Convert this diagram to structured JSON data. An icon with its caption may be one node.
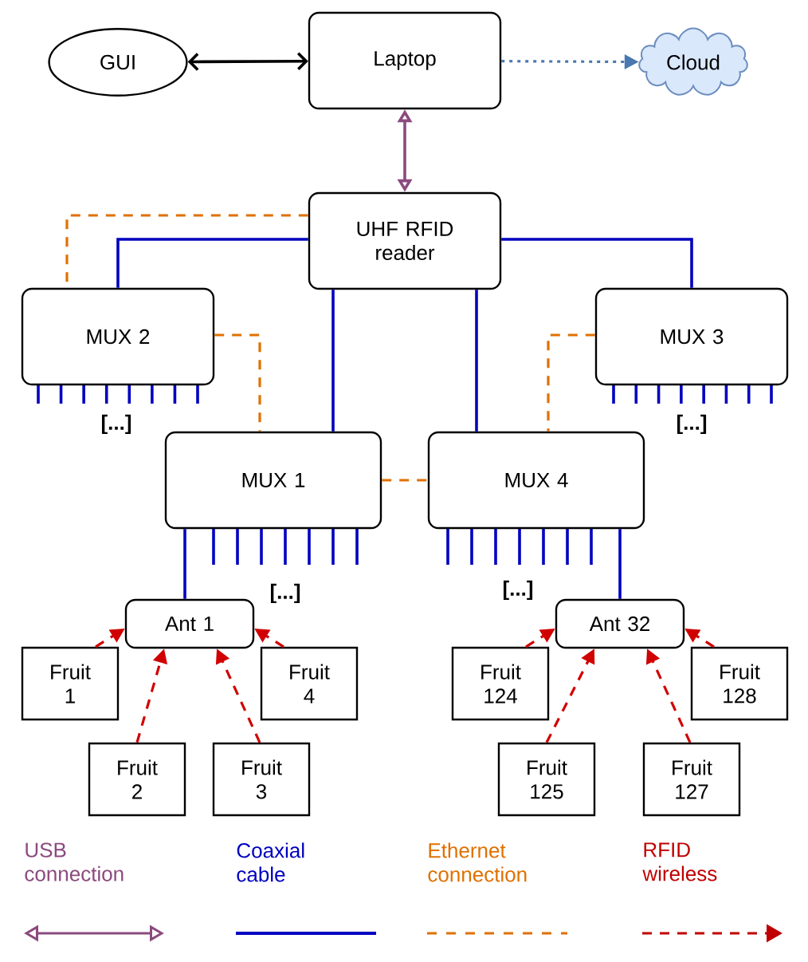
{
  "diagram": {
    "nodes": [
      {
        "text": [
          "GUI"
        ]
      },
      {
        "text": [
          "Laptop"
        ]
      },
      {
        "text": [
          "Cloud"
        ]
      },
      {
        "text": [
          "UHF RFID reader"
        ]
      },
      {
        "text": [
          "MUX 2"
        ],
        "beside": [
          "[...]"
        ]
      },
      {
        "text": [
          "MUX 3"
        ],
        "beside": [
          "[...]"
        ]
      },
      {
        "text": [
          "MUX 1"
        ]
      },
      {
        "text": [
          "MUX 4"
        ]
      },
      {
        "text": [
          "Ant 1"
        ]
      },
      {
        "text": [
          "Ant 32"
        ]
      },
      {
        "text": [
          "Fruit 1"
        ]
      },
      {
        "text": [
          "Fruit 4"
        ]
      },
      {
        "text": [
          "Fruit 2"
        ]
      },
      {
        "text": [
          "Fruit 3"
        ]
      },
      {
        "text": [
          "Fruit 124"
        ]
      },
      {
        "text": [
          "Fruit 128"
        ]
      },
      {
        "text": [
          "Fruit 125"
        ]
      },
      {
        "text": [
          "Fruit 127"
        ]
      }
    ],
    "edges": [
      {
        "from": 0,
        "to": 1,
        "arrow": "both",
        "color": "#000000"
      },
      {
        "from": 1,
        "to": 2,
        "arrow": "to",
        "style": "dashed",
        "color": "#4a78b0"
      },
      {
        "from": 1,
        "to": 3,
        "arrow": "both",
        "color": "#8b4a7e"
      },
      {
        "from": 3,
        "to": 4,
        "arrow": "none",
        "color": "#0000c0"
      },
      {
        "from": 3,
        "to": 5,
        "arrow": "none",
        "color": "#0000c0"
      },
      {
        "from": 3,
        "to": 6,
        "arrow": "none",
        "color": "#0000c0"
      },
      {
        "from": 3,
        "to": 7,
        "arrow": "none",
        "color": "#0000c0"
      },
      {
        "from": 3,
        "to": 4,
        "arrow": "none",
        "style": "dashed",
        "color": "#e07000"
      },
      {
        "from": 4,
        "to": 6,
        "arrow": "none",
        "style": "dashed",
        "color": "#e07000"
      },
      {
        "from": 6,
        "to": 7,
        "arrow": "none",
        "style": "dashed",
        "color": "#e07000"
      },
      {
        "from": 5,
        "to": 7,
        "arrow": "none",
        "style": "dashed",
        "color": "#e07000"
      },
      {
        "from": 6,
        "to": 8,
        "arrow": "none",
        "color": "#0000c0"
      },
      {
        "from": 7,
        "to": 9,
        "arrow": "none",
        "color": "#0000c0"
      },
      {
        "from": 10,
        "to": 8,
        "arrow": "to",
        "style": "dashed",
        "color": "#d00000"
      },
      {
        "from": 11,
        "to": 8,
        "arrow": "to",
        "style": "dashed",
        "color": "#d00000"
      },
      {
        "from": 12,
        "to": 8,
        "arrow": "to",
        "style": "dashed",
        "color": "#d00000"
      },
      {
        "from": 13,
        "to": 8,
        "arrow": "to",
        "style": "dashed",
        "color": "#d00000"
      },
      {
        "from": 14,
        "to": 9,
        "arrow": "to",
        "style": "dashed",
        "color": "#d00000"
      },
      {
        "from": 15,
        "to": 9,
        "arrow": "to",
        "style": "dashed",
        "color": "#d00000"
      },
      {
        "from": 16,
        "to": 9,
        "arrow": "to",
        "style": "dashed",
        "color": "#d00000"
      },
      {
        "from": 17,
        "to": 9,
        "arrow": "to",
        "style": "dashed",
        "color": "#d00000"
      }
    ],
    "labels": [
      "[...]",
      "[...]"
    ],
    "legend": [
      {
        "text": "USB connection"
      },
      {
        "text": "Coaxial cable"
      },
      {
        "text": "Ethernet connection"
      },
      {
        "text": "RFID wireless"
      }
    ]
  }
}
